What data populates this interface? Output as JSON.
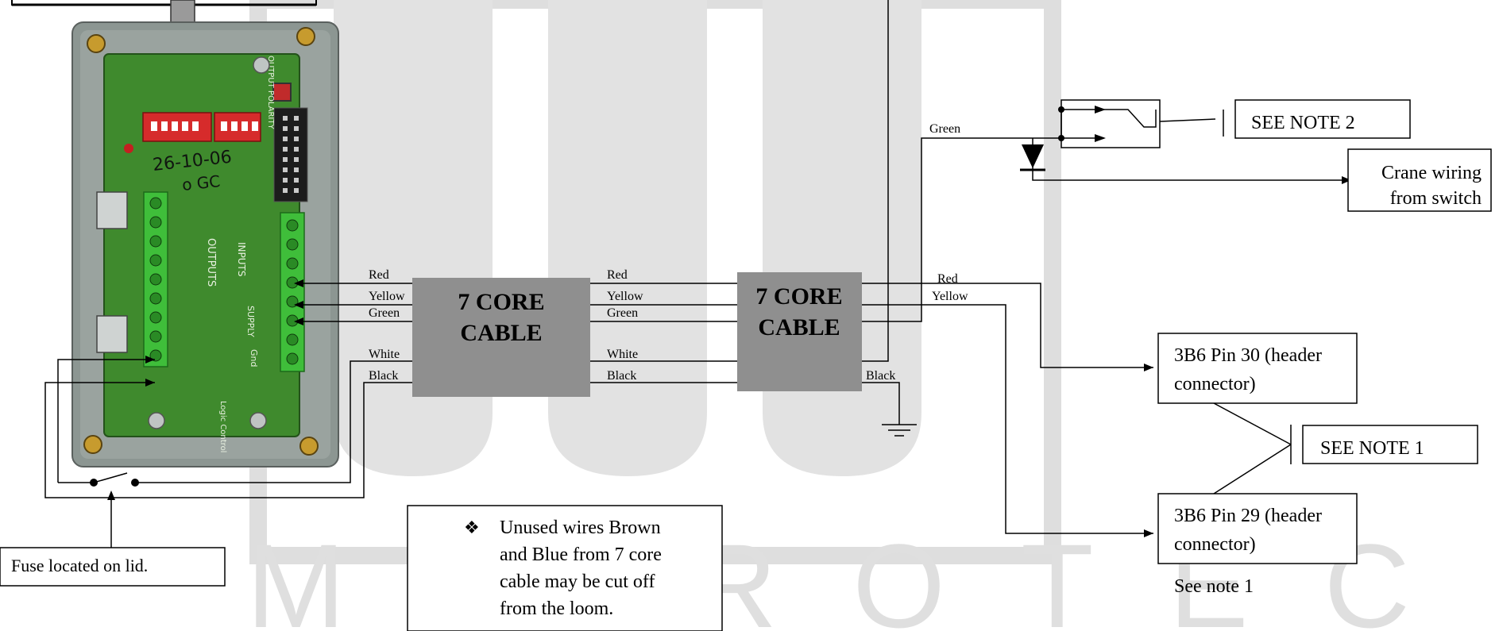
{
  "watermark": {
    "text": "MICROTEC",
    "color": "#b8b8b8"
  },
  "colors": {
    "cable_box": "#8f8f8f",
    "pcb_green": "#3f8a2d",
    "enclosure_grey": "#8a9490",
    "dip_red": "#d62b2b",
    "arrow_grey": "#9a9a9a"
  },
  "pcb": {
    "handwriting_line1": "26-10-06",
    "handwriting_line2": "o GC",
    "silk_outputs": "OUTPUTS",
    "silk_inputs": "INPUTS",
    "silk_supply": "SUPPLY",
    "silk_polarity": "OUTPUT POLARITY",
    "silk_gnd": "Gnd",
    "silk_logic": "Logic Control"
  },
  "cable1": {
    "label_line1": "7 CORE",
    "label_line2": "CABLE"
  },
  "cable2": {
    "label_line1": "7 CORE",
    "label_line2": "CABLE"
  },
  "wires": {
    "red": "Red",
    "yellow": "Yellow",
    "green": "Green",
    "white": "White",
    "black": "Black"
  },
  "notes": {
    "see_note_2": "SEE NOTE 2",
    "see_note_1": "SEE NOTE 1",
    "crane_line1": "Crane wiring",
    "crane_line2": "from switch",
    "pin30_line1": "3B6 Pin 30 (header",
    "pin30_line2": "connector)",
    "pin29_line1": "3B6 Pin 29 (header",
    "pin29_line2": "connector)",
    "see_note_1_caption": "See note 1",
    "fuse": "Fuse located on lid.",
    "bullet_symbol": "❖",
    "unused_line1": "Unused wires Brown",
    "unused_line2": "and Blue from 7 core",
    "unused_line3": "cable may be cut off",
    "unused_line4": "from the loom."
  }
}
